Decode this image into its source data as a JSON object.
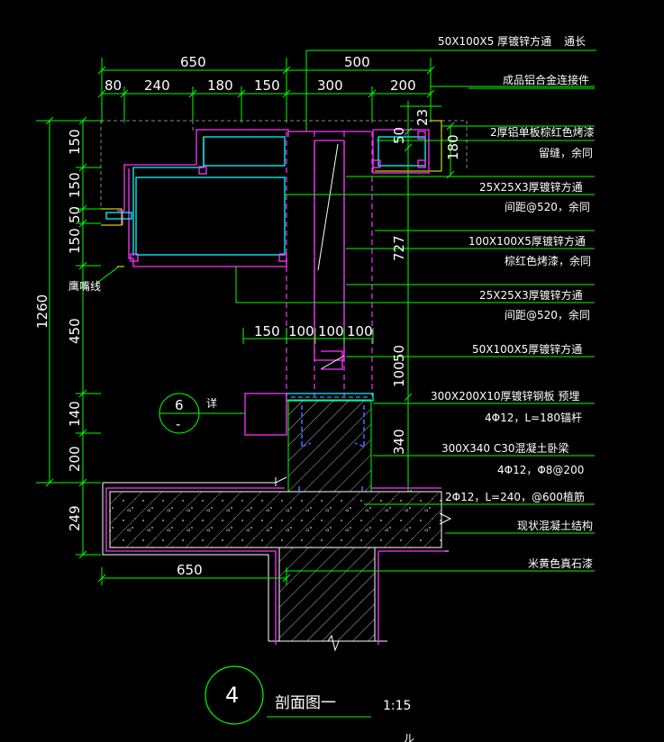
{
  "top_note": {
    "spec": "50X100X5 厚镀锌方通",
    "suffix": "通长"
  },
  "dims_top": {
    "overall": [
      "650",
      "500"
    ],
    "parts": [
      "80",
      "240",
      "180",
      "150",
      "300",
      "200"
    ]
  },
  "dims_left": [
    "150",
    "150",
    "50",
    "150",
    "450",
    "140",
    "200",
    "249"
  ],
  "dim_left_total": "1260",
  "dims_mid": [
    "150",
    "100",
    "100",
    "100"
  ],
  "dims_right_vertical": [
    "50",
    "23",
    "180",
    "727",
    "100",
    "50",
    "340"
  ],
  "dim_bottom": "650",
  "labels_right": [
    "成品铝合金连接件",
    "2厚铝单板棕红色烤漆",
    "留缝，余同",
    "25X25X3厚镀锌方通",
    "间距@520，余同",
    "100X100X5厚镀锌方通",
    "棕红色烤漆，余同",
    "25X25X3厚镀锌方通",
    "间距@520，余同",
    "50X100X5厚镀锌方通",
    "300X200X10厚镀锌钢板  预埋",
    "4Φ12，L=180锚杆",
    "300X340   C30混凝土卧梁",
    "4Φ12，Φ8@200",
    "2Φ12，L=240，@600植筋",
    "现状混凝土结构",
    "米黄色真石漆"
  ],
  "label_left": "鹰嘴线",
  "detail_ref": {
    "number": "6",
    "sub": "-",
    "suffix": "详"
  },
  "section": {
    "number": "4",
    "title": "剖面图一",
    "scale": "1:15"
  },
  "footer_glyph": "ル",
  "colors": {
    "background": "#000000",
    "dimension": "#00ff00",
    "steel_tube": "#00ffff",
    "aluminum_panel": "#ff33ff",
    "rebar": "#4466ff",
    "text": "#ffffff"
  }
}
